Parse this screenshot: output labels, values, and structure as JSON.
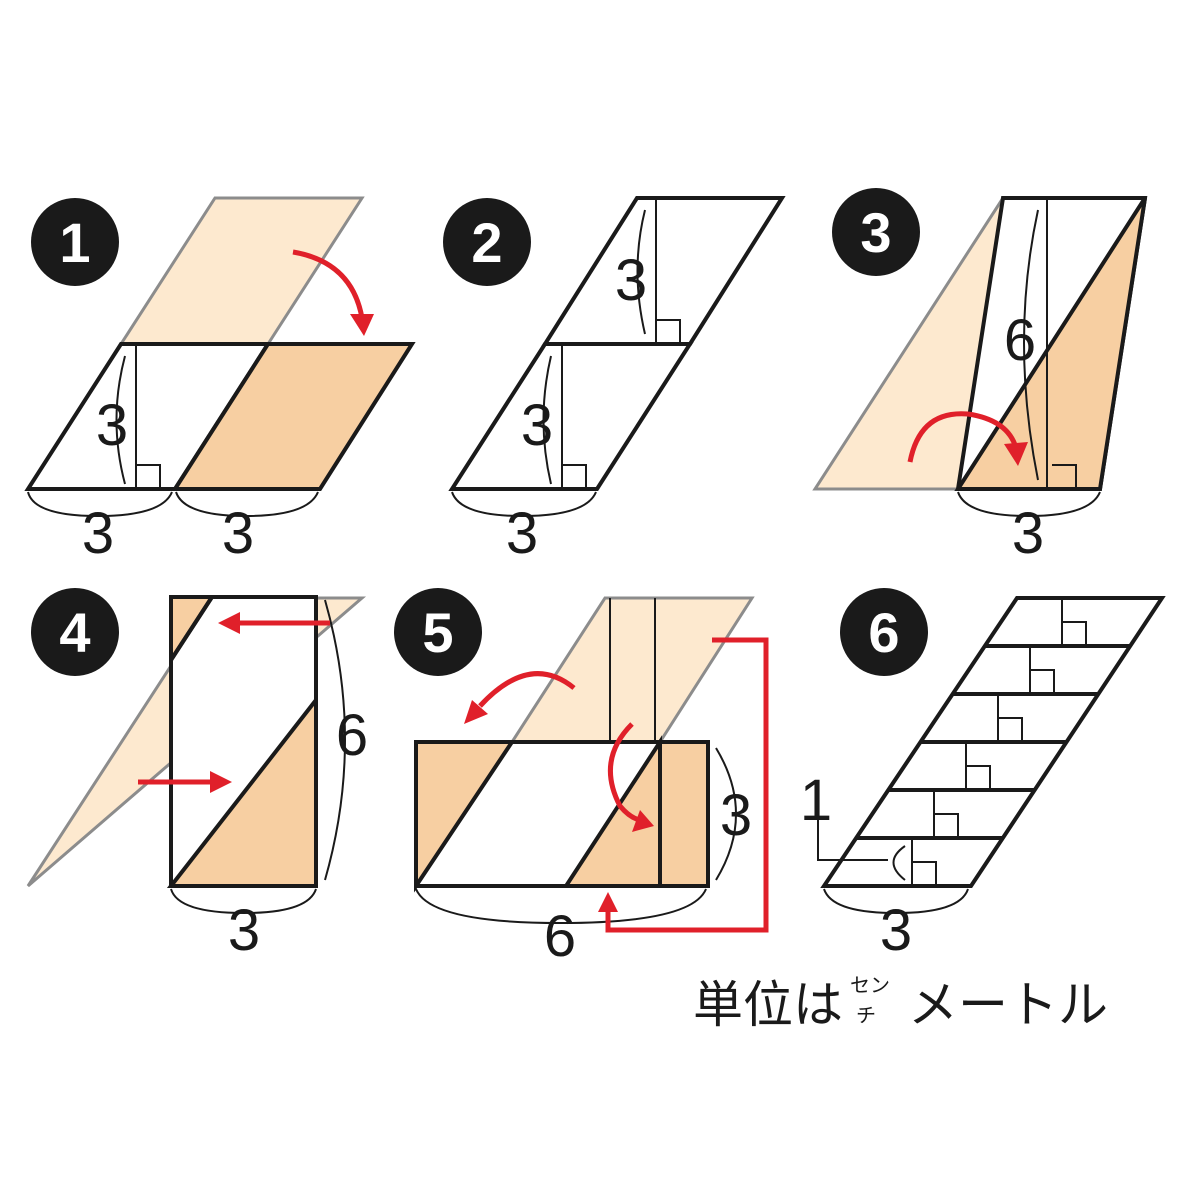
{
  "steps": [
    {
      "badge": "1",
      "labels": {
        "height": "3",
        "base_left": "3",
        "base_right": "3"
      }
    },
    {
      "badge": "2",
      "labels": {
        "top_height": "3",
        "bottom_height": "3",
        "base": "3"
      }
    },
    {
      "badge": "3",
      "labels": {
        "height": "6",
        "base": "3"
      }
    },
    {
      "badge": "4",
      "labels": {
        "height": "6",
        "base": "3"
      }
    },
    {
      "badge": "5",
      "labels": {
        "height": "3",
        "base": "6"
      }
    },
    {
      "badge": "6",
      "labels": {
        "strip_height": "1",
        "base": "3"
      }
    }
  ],
  "unit_note": {
    "main_before": "単位は",
    "ruby_top": "セン",
    "ruby_bottom": "チ",
    "main_after": "メートル"
  },
  "colors": {
    "ghost_fill": "#fde9cf",
    "tan_fill": "#f7cfa2",
    "arrow": "#e0202a",
    "ink": "#1a1a1a"
  }
}
